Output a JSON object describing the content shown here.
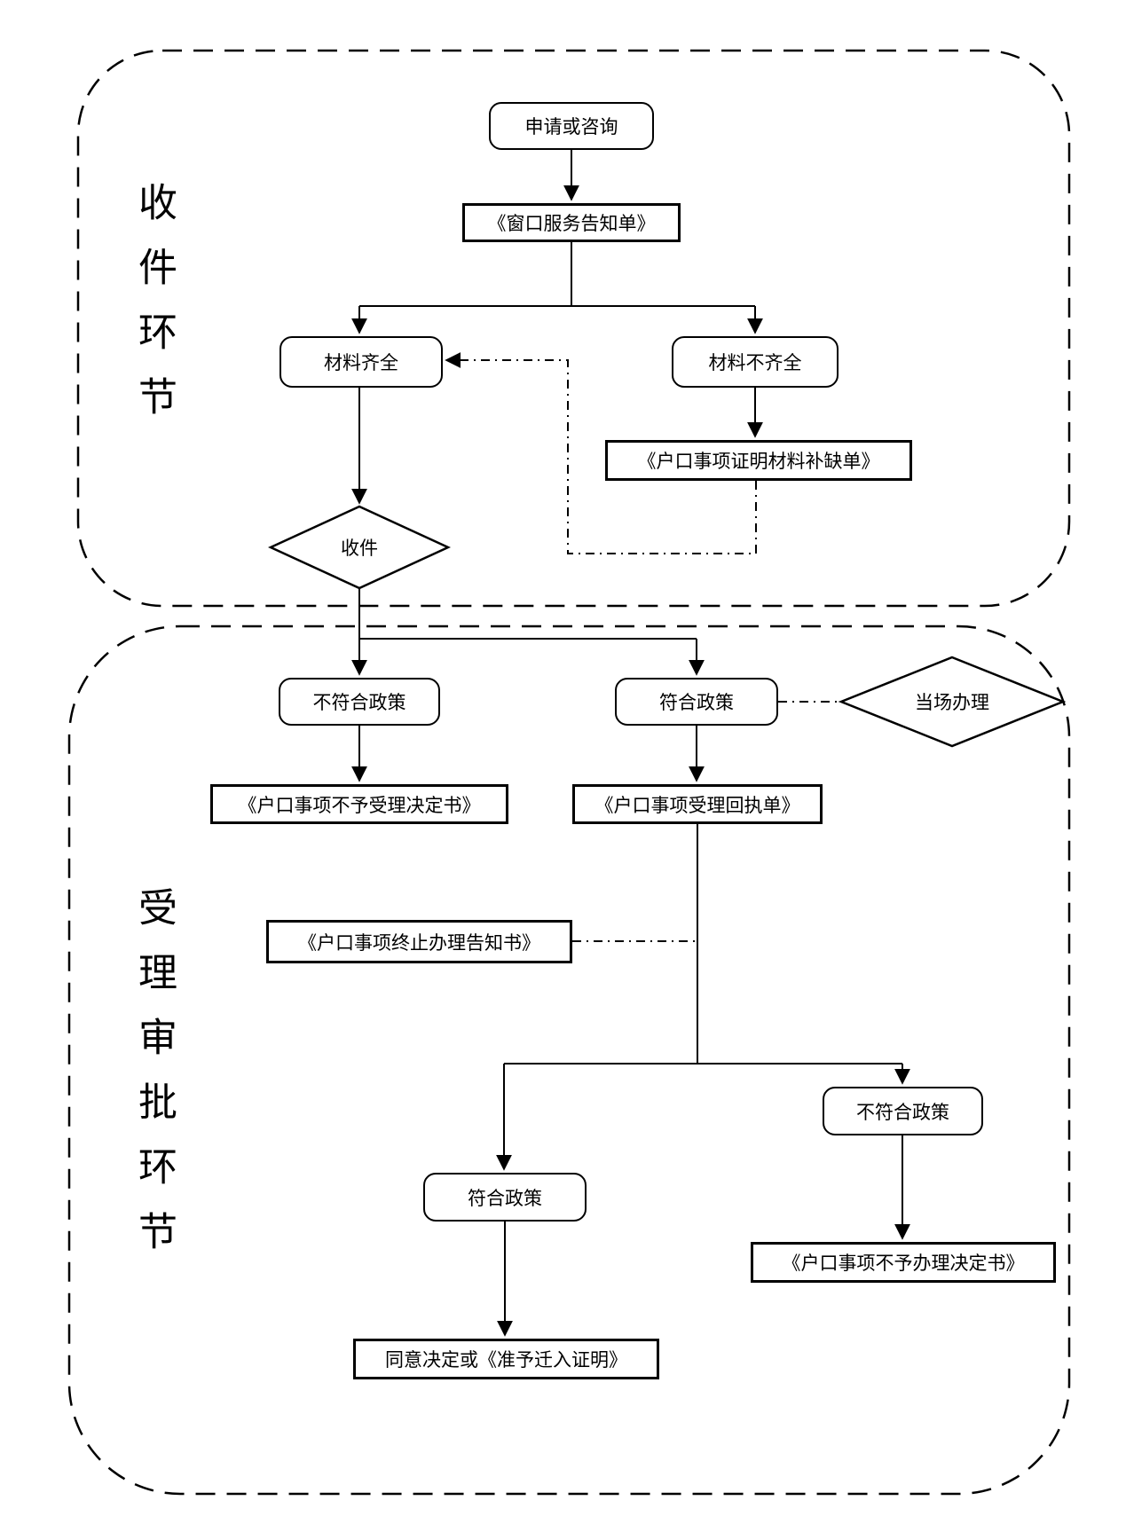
{
  "diagram": {
    "stages": {
      "receiving": "收件环节",
      "review": "受理审批环节"
    },
    "nodes": {
      "apply": "申请或咨询",
      "window_notice": "《窗口服务告知单》",
      "materials_complete": "材料齐全",
      "materials_incomplete": "材料不齐全",
      "missing_list": "《户口事项证明材料补缺单》",
      "receive": "收件",
      "policy_no_1": "不符合政策",
      "policy_yes_1": "符合政策",
      "onsite": "当场办理",
      "reject_accept": "《户口事项不予受理决定书》",
      "accept_receipt": "《户口事项受理回执单》",
      "terminate_notice": "《户口事项终止办理告知书》",
      "policy_yes_2": "符合政策",
      "policy_no_2": "不符合政策",
      "reject_handle": "《户口事项不予办理决定书》",
      "approve": "同意决定或《准予迁入证明》"
    },
    "colors": {
      "line": "#000000",
      "background": "#ffffff",
      "text": "#000000"
    }
  }
}
